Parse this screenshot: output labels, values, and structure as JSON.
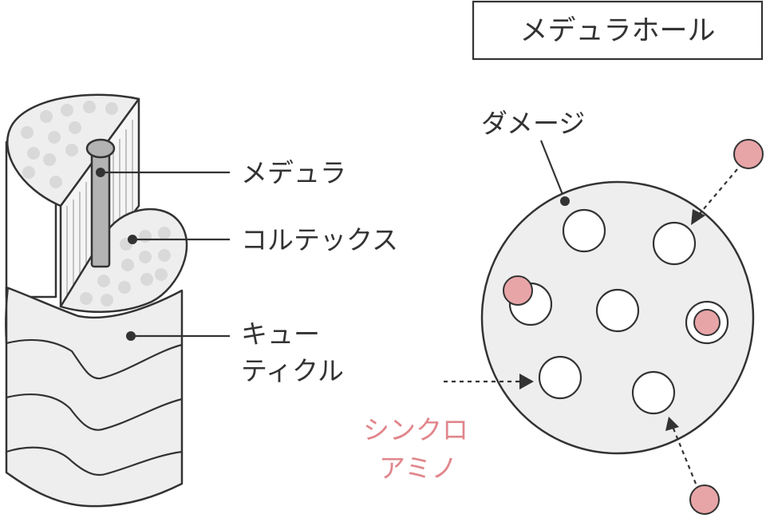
{
  "title": "メデュラホール",
  "labels": {
    "medulla": "メデュラ",
    "cortex": "コルテックス",
    "cuticle_line1": "キュー",
    "cuticle_line2": "ティクル",
    "damage": "ダメージ",
    "synchro_line1": "シンクロ",
    "synchro_line2": "アミノ"
  },
  "colors": {
    "outline": "#333333",
    "text": "#333333",
    "fill_gray": "#eeeeee",
    "dot_gray": "#d9d9d9",
    "medulla_gray": "#b3b3b3",
    "accent_pink": "#e0868c",
    "pink_fill": "#e8a5a8"
  }
}
